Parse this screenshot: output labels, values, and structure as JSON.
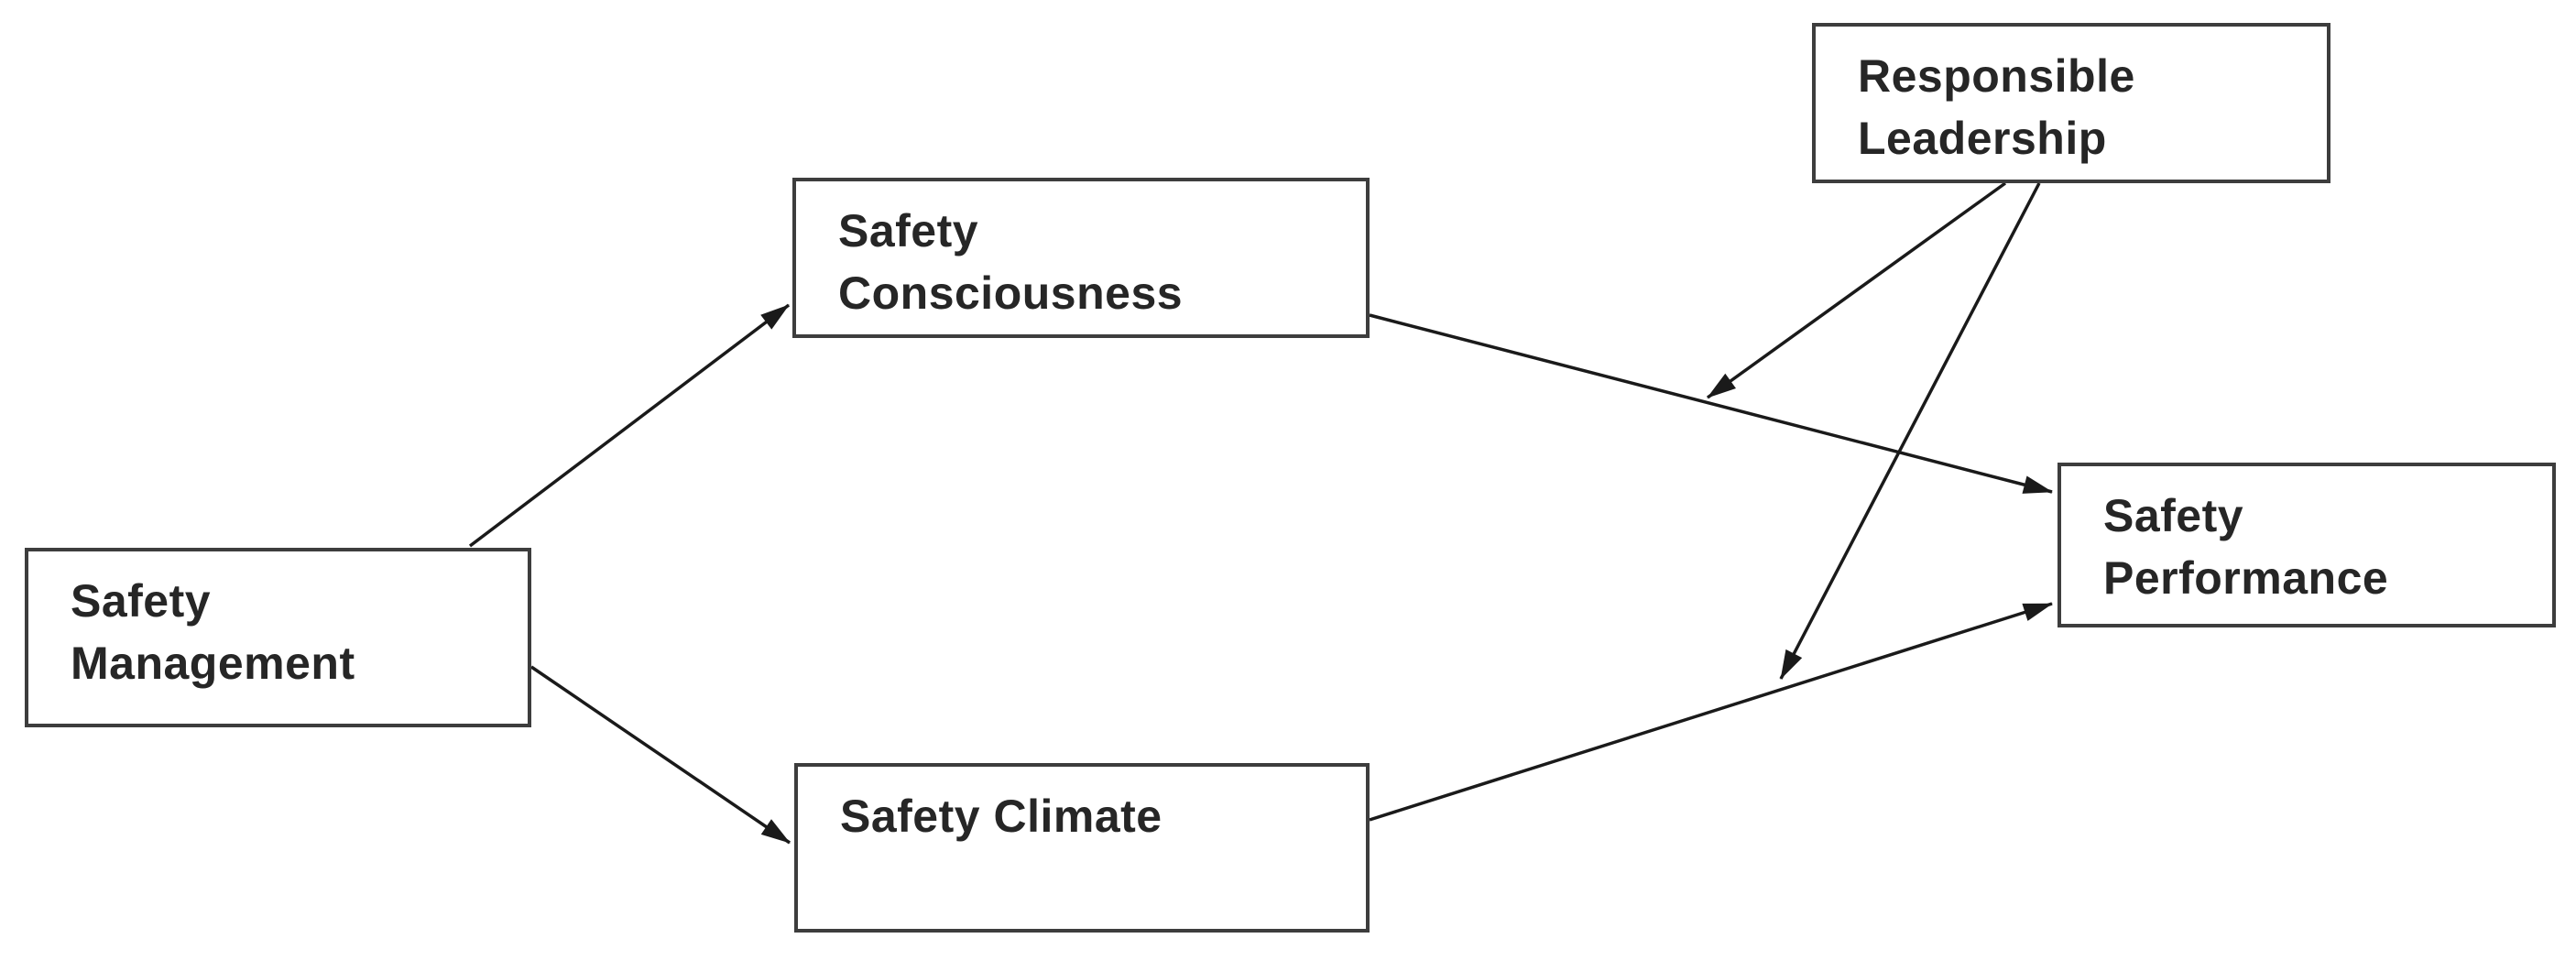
{
  "figure": {
    "type": "diagram",
    "description": "Conceptual research model: safety management path diagram with mediation and moderation arrows",
    "background": "#ffffff",
    "nodes": {
      "safety_management": {
        "label": "Safety Management",
        "lines": [
          "Safety",
          "Management"
        ]
      },
      "safety_consciousness": {
        "label": "Safety Consciousness",
        "lines": [
          "Safety",
          "Consciousness"
        ]
      },
      "safety_climate": {
        "label": "Safety Climate",
        "lines": [
          "Safety Climate"
        ]
      },
      "responsible_leadership": {
        "label": "Responsible Leadership",
        "lines": [
          "Responsible",
          "Leadership"
        ]
      },
      "safety_performance": {
        "label": "Safety Performance",
        "lines": [
          "Safety",
          "Performance"
        ]
      }
    },
    "edges": [
      {
        "from": "Safety Management",
        "to": "Safety Consciousness",
        "role": "direct"
      },
      {
        "from": "Safety Management",
        "to": "Safety Climate",
        "role": "direct"
      },
      {
        "from": "Safety Consciousness",
        "to": "Safety Performance",
        "role": "direct"
      },
      {
        "from": "Safety Climate",
        "to": "Safety Performance",
        "role": "direct"
      },
      {
        "from": "Responsible Leadership",
        "to": "Safety Consciousness to Safety Performance path",
        "role": "moderation"
      },
      {
        "from": "Responsible Leadership",
        "to": "Safety Climate to Safety Performance path",
        "role": "moderation"
      }
    ],
    "colors": {
      "box_fill": "#ffffff",
      "box_border": "#3d3d3d",
      "text": "#262626",
      "arrow": "#1a1a1a"
    }
  }
}
